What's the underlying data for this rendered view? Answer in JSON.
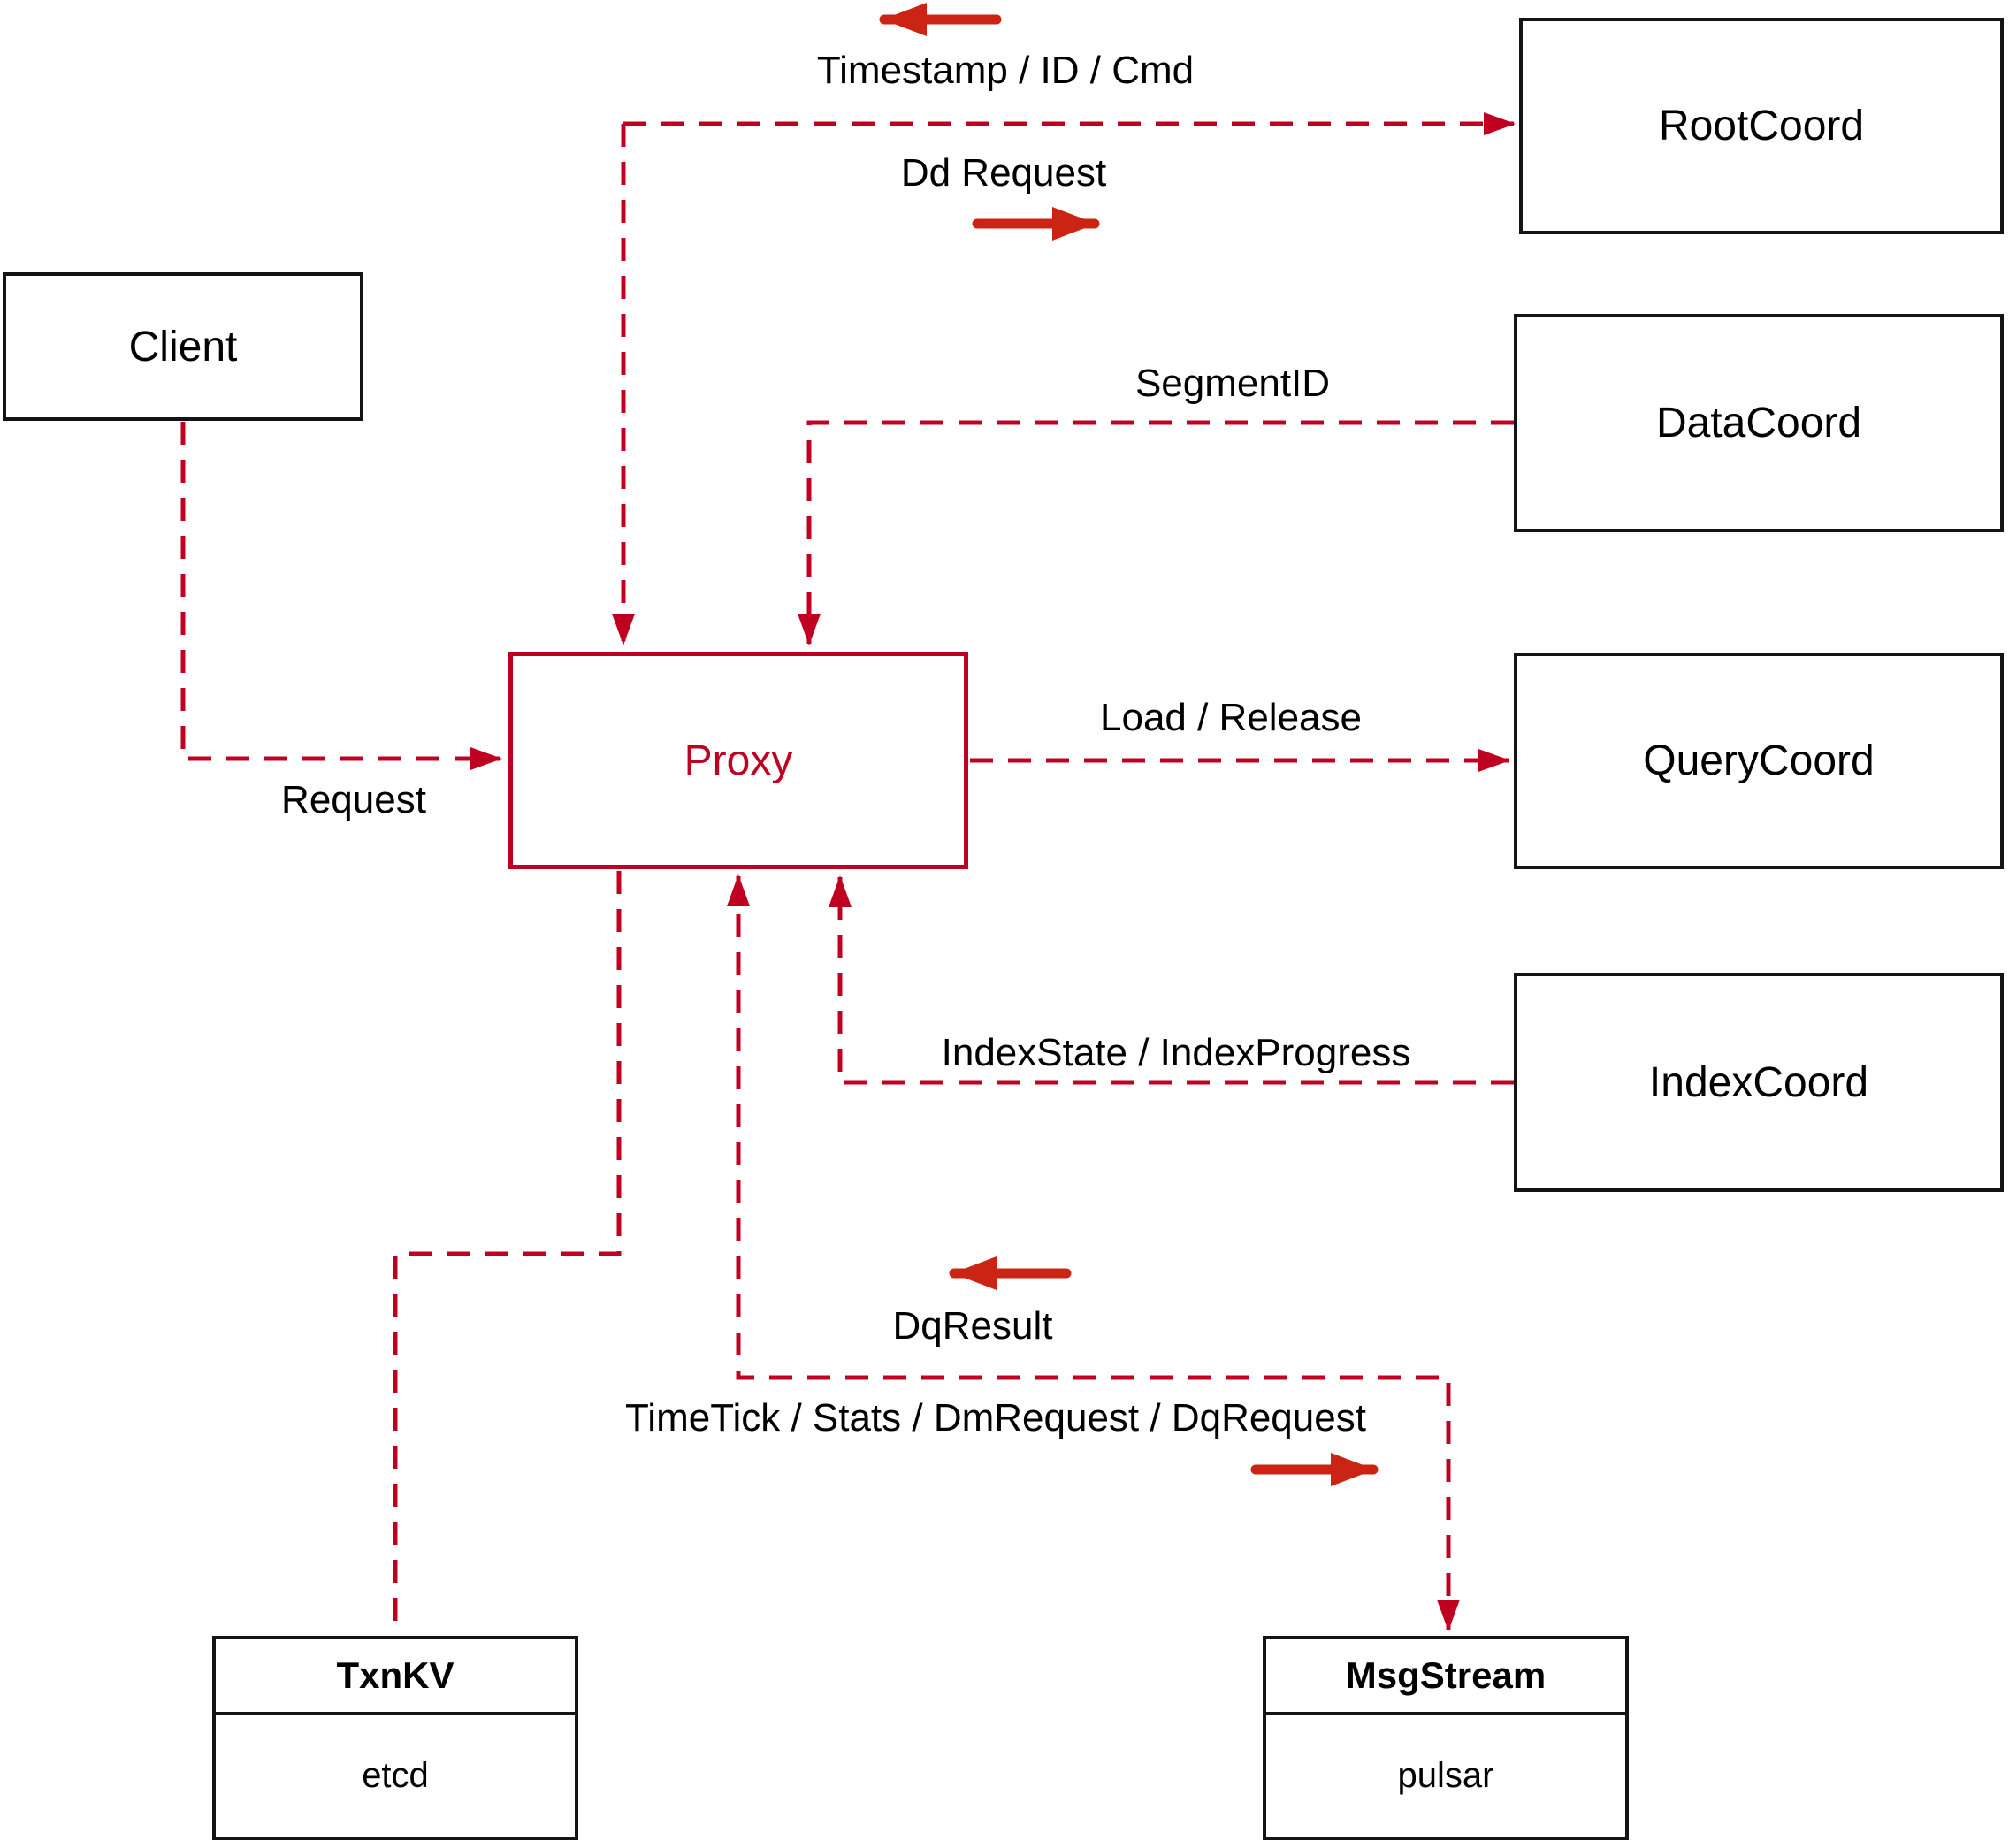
{
  "diagram": {
    "nodes": {
      "client": {
        "label": "Client"
      },
      "proxy": {
        "label": "Proxy"
      },
      "root_coord": {
        "label": "RootCoord"
      },
      "data_coord": {
        "label": "DataCoord"
      },
      "query_coord": {
        "label": "QueryCoord"
      },
      "index_coord": {
        "label": "IndexCoord"
      },
      "txn_kv": {
        "title": "TxnKV",
        "impl": "etcd"
      },
      "msg_stream": {
        "title": "MsgStream",
        "impl": "pulsar"
      }
    },
    "edges": [
      {
        "from": "Client",
        "to": "Proxy",
        "label": "Request",
        "style": "dashed"
      },
      {
        "from": "RootCoord",
        "to": "Proxy",
        "label": "Timestamp / ID / Cmd",
        "style": "dashed"
      },
      {
        "from": "Proxy",
        "to": "RootCoord",
        "label": "Dd Request",
        "style": "dashed"
      },
      {
        "from": "DataCoord",
        "to": "Proxy",
        "label": "SegmentID",
        "style": "dashed"
      },
      {
        "from": "Proxy",
        "to": "QueryCoord",
        "label": "Load / Release",
        "style": "dashed"
      },
      {
        "from": "IndexCoord",
        "to": "Proxy",
        "label": "IndexState / IndexProgress",
        "style": "dashed"
      },
      {
        "from": "Proxy",
        "to": "TxnKV",
        "label": "",
        "style": "dashed"
      },
      {
        "from": "MsgStream",
        "to": "Proxy",
        "label": "DqResult",
        "style": "dashed"
      },
      {
        "from": "Proxy",
        "to": "MsgStream",
        "label": "TimeTick / Stats / DmRequest / DqRequest",
        "style": "dashed"
      }
    ],
    "colors": {
      "line_red": "#c00021",
      "arrow_red": "#cc2414",
      "box_border": "#141414",
      "text": "#000000",
      "background": "#ffffff"
    }
  }
}
